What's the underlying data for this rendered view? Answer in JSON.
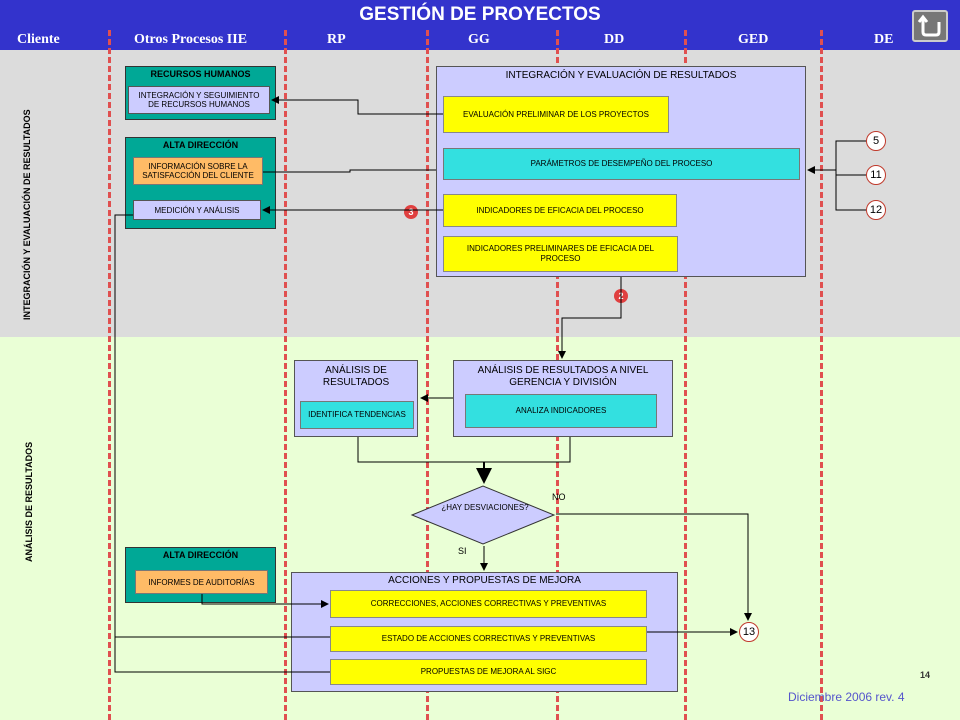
{
  "header": {
    "title": "GESTIÓN DE PROYECTOS",
    "lanes": [
      "Cliente",
      "Otros Procesos IIE",
      "RP",
      "GG",
      "DD",
      "GED",
      "DE"
    ]
  },
  "sections": {
    "top": "INTEGRACIÓN Y EVALUACIÓN DE RESULTADOS",
    "bottom": "ANÁLISIS DE RESULTADOS"
  },
  "rh": {
    "title": "RECURSOS HUMANOS",
    "item": "INTEGRACIÓN Y SEGUIMIENTO DE RECURSOS HUMANOS"
  },
  "ad1": {
    "title": "ALTA DIRECCIÓN",
    "item1": "INFORMACIÓN SOBRE LA SATISFACCIÓN DEL CLIENTE",
    "item2": "MEDICIÓN Y ANÁLISIS"
  },
  "integ": {
    "title": "INTEGRACIÓN Y EVALUACIÓN DE RESULTADOS",
    "items": [
      "EVALUACIÓN PRELIMINAR DE LOS PROYECTOS",
      "PARÁMETROS DE DESEMPEÑO DEL PROCESO",
      "INDICADORES DE EFICACIA DEL PROCESO",
      "INDICADORES PRELIMINARES DE EFICACIA DEL PROCESO"
    ]
  },
  "connectors": {
    "c5": "5",
    "c11": "11",
    "c12": "12",
    "c13": "13",
    "r3": "3",
    "r2": "2"
  },
  "analisis": {
    "title": "ANÁLISIS DE RESULTADOS",
    "item": "IDENTIFICA TENDENCIAS"
  },
  "analisis_gerencia": {
    "title": "ANÁLISIS DE RESULTADOS A NIVEL GERENCIA Y DIVISIÓN",
    "item": "ANALIZA INDICADORES"
  },
  "decision": {
    "question": "¿HAY DESVIACIONES?",
    "no": "NO",
    "si": "SI"
  },
  "ad2": {
    "title": "ALTA DIRECCIÓN",
    "item": "INFORMES DE AUDITORÍAS"
  },
  "acciones": {
    "title": "ACCIONES Y PROPUESTAS DE MEJORA",
    "items": [
      "CORRECCIONES, ACCIONES CORRECTIVAS Y PREVENTIVAS",
      "ESTADO DE ACCIONES CORRECTIVAS Y PREVENTIVAS",
      "PROPUESTAS DE MEJORA AL SIGC"
    ]
  },
  "footer": {
    "page": "14",
    "date": "Diciembre 2006 rev. 4"
  },
  "colors": {
    "header": "#3333cc",
    "lane_divider": "#e05050",
    "top_band": "#dcdcdc",
    "bottom_band": "#eaffd6",
    "green_box": "#00a896",
    "panel": "#ccccff",
    "yellow": "#ffff00",
    "cyan": "#33e0e0",
    "orange": "#ffbb66"
  },
  "icons": [
    "home-return-icon"
  ]
}
